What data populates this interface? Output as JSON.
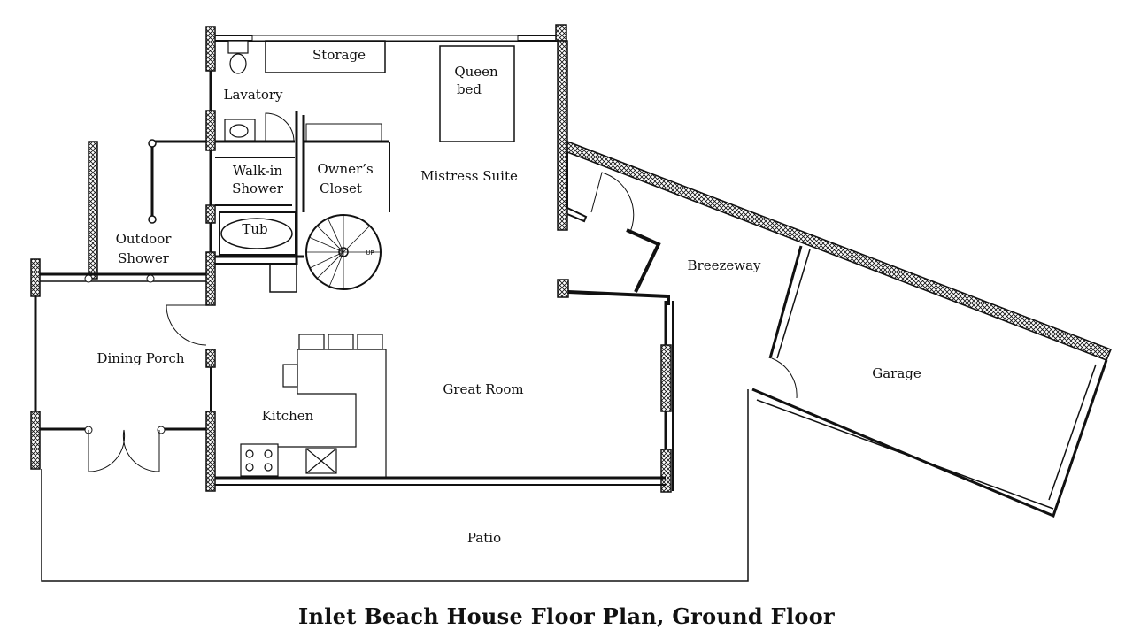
{
  "plan": {
    "title": "Inlet Beach House Floor Plan, Ground Floor",
    "colors": {
      "ink": "#111111",
      "background": "#ffffff"
    },
    "rooms": {
      "storage": "Storage",
      "queen_bed_line1": "Queen",
      "queen_bed_line2": "bed",
      "lavatory": "Lavatory",
      "walkin_shower_line1": "Walk-in",
      "walkin_shower_line2": "Shower",
      "owners_closet_line1": "Owner’s",
      "owners_closet_line2": "Closet",
      "mistress_suite": "Mistress Suite",
      "tub": "Tub",
      "outdoor_shower_line1": "Outdoor",
      "outdoor_shower_line2": "Shower",
      "breezeway": "Breezeway",
      "dining_porch": "Dining Porch",
      "great_room": "Great Room",
      "garage": "Garage",
      "kitchen": "Kitchen",
      "patio": "Patio"
    },
    "stair_label": "UP"
  }
}
